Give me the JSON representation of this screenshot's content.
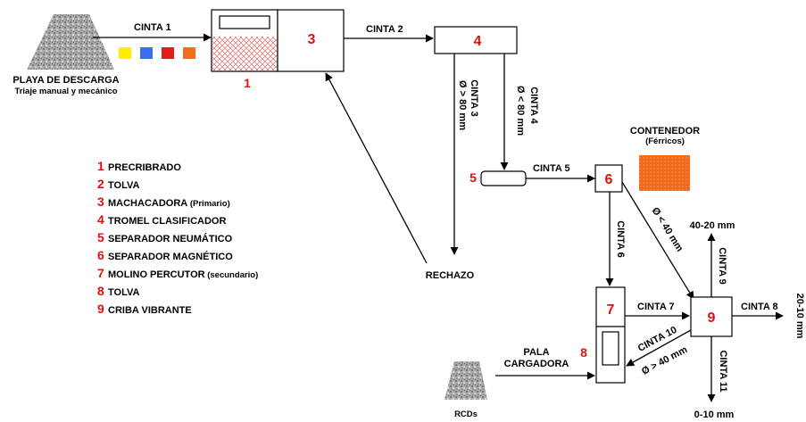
{
  "colors": {
    "number_red": "#e01010",
    "container_orange": "#f26a1b",
    "chip_yellow": "#ffee00",
    "chip_blue": "#3a6cf0",
    "chip_red": "#e41b1b",
    "chip_orange": "#f07020",
    "screen_red": "#e88080"
  },
  "icons": [
    "gravel-pile-icon",
    "gravel-pile-small-icon",
    "container-icon"
  ],
  "flow": {
    "playa_title": "PLAYA DE DESCARGA",
    "playa_sub": "Triaje manual y mecánico",
    "cinta1": "CINTA 1",
    "cinta2": "CINTA 2",
    "cinta3": "CINTA 3",
    "cinta3_sub": "Ø > 80 mm",
    "cinta4": "CINTA 4",
    "cinta4_sub": "Ø < 80 mm",
    "cinta5": "CINTA 5",
    "cinta6": "CINTA 6",
    "cinta6_sub": "Ø < 40 mm",
    "cinta7": "CINTA 7",
    "cinta8": "CINTA 8",
    "cinta9": "CINTA 9",
    "cinta10": "CINTA 10",
    "cinta10_sub": "Ø > 40 mm",
    "cinta11": "CINTA 11",
    "rechazo": "RECHAZO",
    "contenedor": "CONTENEDOR",
    "contenedor_sub": "(Férricos)",
    "out_40_20": "40-20 mm",
    "out_20_10": "20-10 mm",
    "out_0_10": "0-10 mm",
    "pala1": "PALA",
    "pala2": "CARGADORA",
    "rcds": "RCDs",
    "box1": "1",
    "box3": "3",
    "box4": "4",
    "box5": "5",
    "box6": "6",
    "box7": "7",
    "box8": "8",
    "box9": "9"
  },
  "legend": [
    {
      "num": "1",
      "text": "PRECRIBRADO"
    },
    {
      "num": "2",
      "text": "TOLVA"
    },
    {
      "num": "3",
      "text": "MACHACADORA",
      "extra": "(Primario)"
    },
    {
      "num": "4",
      "text": "TROMEL CLASIFICADOR"
    },
    {
      "num": "5",
      "text": "SEPARADOR NEUMÁTICO"
    },
    {
      "num": "6",
      "text": "SEPARADOR MAGNÉTICO"
    },
    {
      "num": "7",
      "text": "MOLINO PERCUTOR",
      "extra": "(secundario)"
    },
    {
      "num": "8",
      "text": "TOLVA"
    },
    {
      "num": "9",
      "text": "CRIBA VIBRANTE"
    }
  ]
}
